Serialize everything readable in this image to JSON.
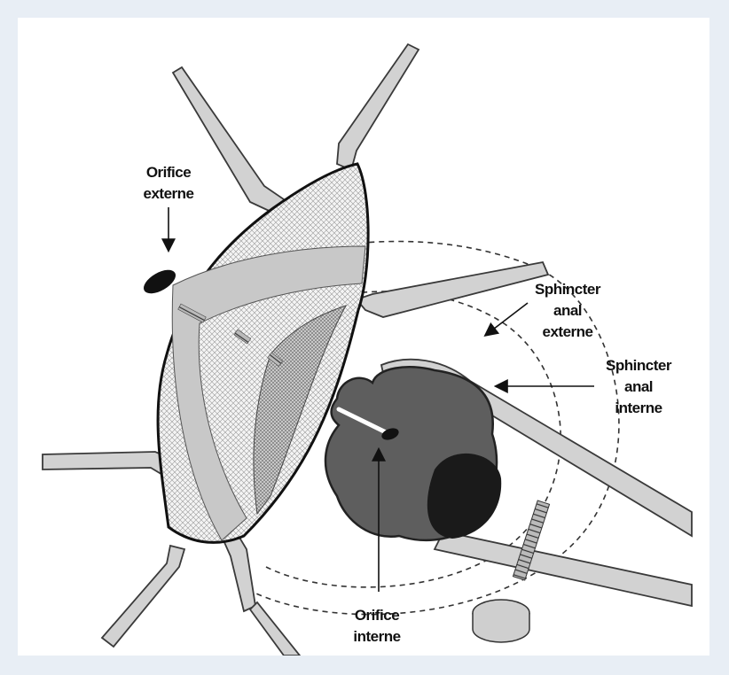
{
  "figure": {
    "labels": {
      "orifice_externe": [
        "Orifice",
        "externe"
      ],
      "sphincter_externe": [
        "Sphincter",
        "anal",
        "externe"
      ],
      "sphincter_interne": [
        "Sphincter",
        "anal",
        "interne"
      ],
      "orifice_interne": [
        "Orifice",
        "interne"
      ]
    },
    "colors": {
      "background": "#e8eef5",
      "panel": "#ffffff",
      "retractor": "#d2d2d2",
      "lumen": "#5e5e5e",
      "dark_mass": "#1a1a1a",
      "band": "#c8c8c8"
    }
  }
}
